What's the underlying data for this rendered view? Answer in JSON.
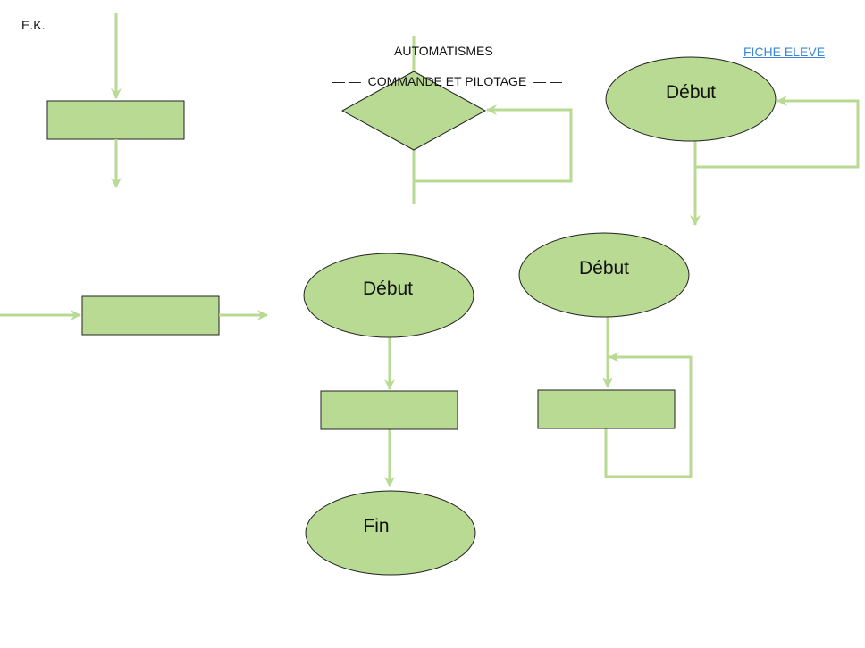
{
  "header": {
    "author": "E.K.",
    "title": "AUTOMATISMES",
    "subtitle": "— —  COMMANDE ET PILOTAGE  — —",
    "link": "FICHE ELEVE"
  },
  "colors": {
    "fill": "#b8da92",
    "line": "#b8da92",
    "stroke": "#222222",
    "link": "#3a86d8"
  },
  "shapes": {
    "ellipse_top_right": "Début",
    "ellipse_center": "Début",
    "ellipse_right": "Début",
    "ellipse_end": "Fin"
  }
}
